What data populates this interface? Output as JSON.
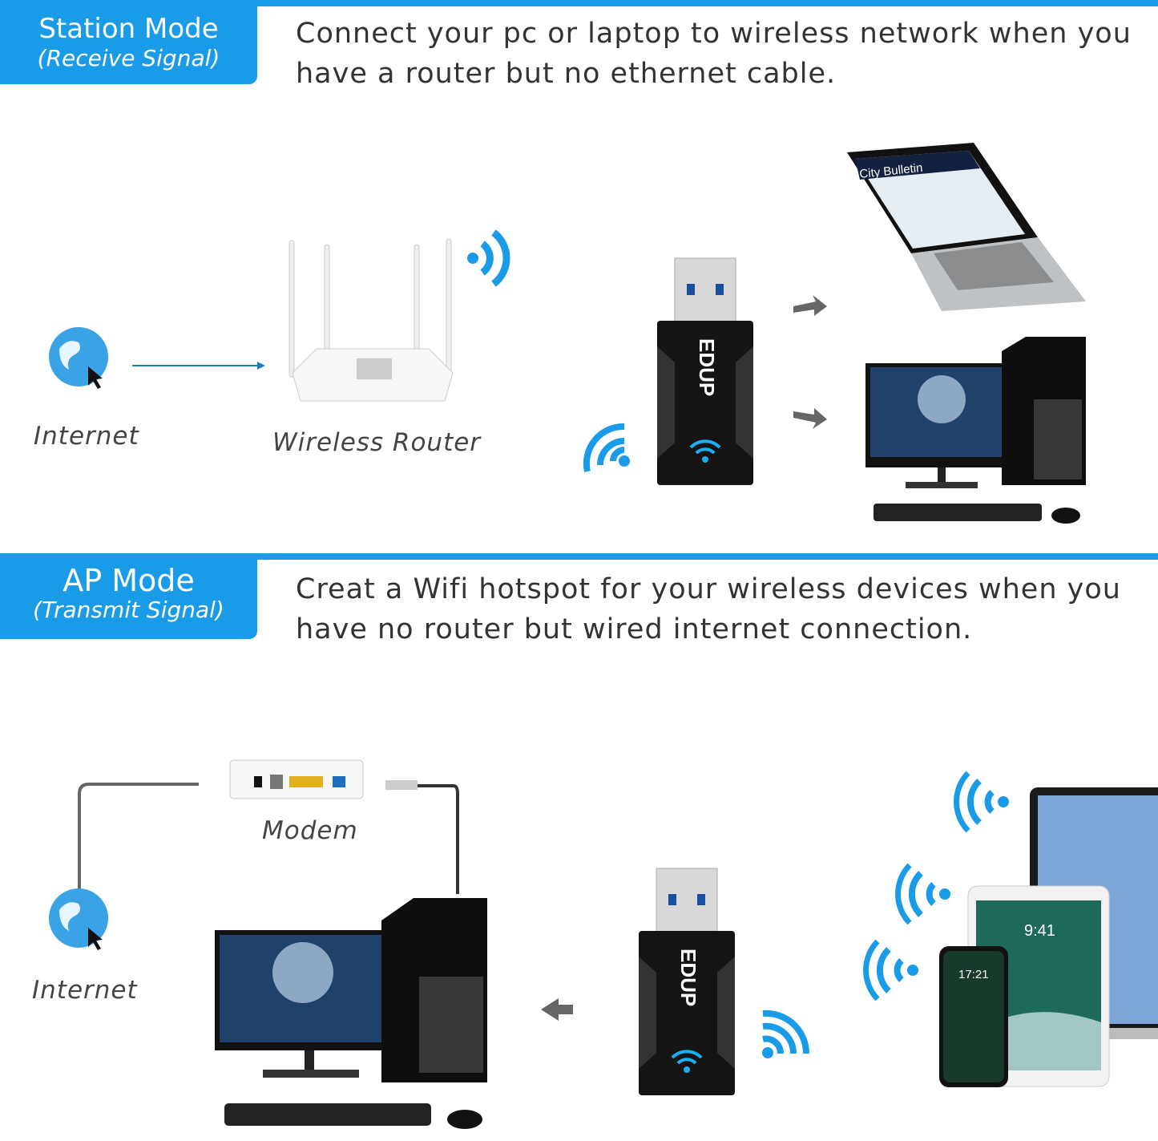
{
  "colors": {
    "accent": "#1a9be8",
    "text": "#333333"
  },
  "station": {
    "title": "Station Mode",
    "subtitle": "(Receive Signal)",
    "description_line1": "Connect your pc or laptop to wireless network when you",
    "description_line2": "have a router but no ethernet cable.",
    "internet_label": "Internet",
    "router_label": "Wireless Router",
    "laptop_screen_title": "City Bulletin"
  },
  "ap": {
    "title": "AP Mode",
    "subtitle": "(Transmit Signal)",
    "description_line1": "Creat a Wifi hotspot for your wireless devices when you",
    "description_line2": "have no router but wired internet connection.",
    "internet_label": "Internet",
    "modem_label": "Modem",
    "tablet_time": "9:41",
    "phone_time": "17:21"
  },
  "adapter": {
    "brand": "EDUP"
  },
  "icons": [
    "globe-icon",
    "cursor-icon",
    "wifi-signal-icon",
    "arrow-icon",
    "usb-adapter-icon",
    "router-icon",
    "laptop-icon",
    "desktop-pc-icon",
    "modem-icon",
    "tablet-icon",
    "phone-icon"
  ]
}
